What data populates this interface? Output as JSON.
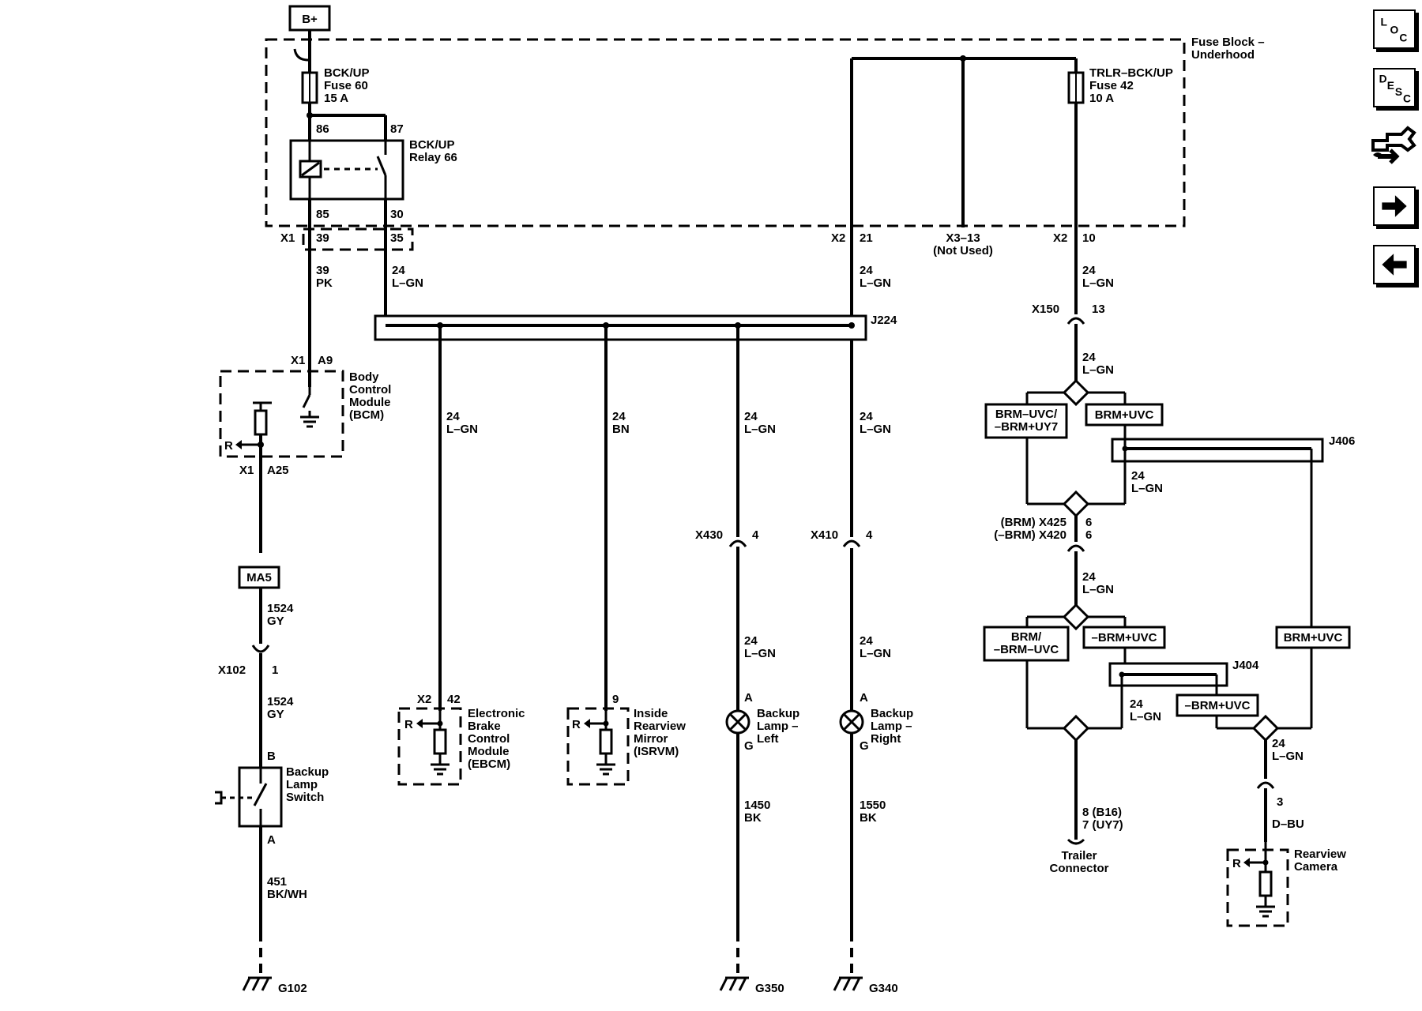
{
  "labels": {
    "bplus": "B+",
    "fuse_block": [
      "Fuse Block –",
      "Underhood"
    ],
    "fuse60": [
      "BCK/UP",
      "Fuse 60",
      "15 A"
    ],
    "fuse42": [
      "TRLR–BCK/UP",
      "Fuse 42",
      "10 A"
    ],
    "relay": [
      "BCK/UP",
      "Relay 66"
    ],
    "p86": "86",
    "p87": "87",
    "p85": "85",
    "p30": "30",
    "x1a": "X1",
    "x1a_39": "39",
    "x1a_35": "35",
    "x2_21a": "X2",
    "x2_21b": "21",
    "x3_13": [
      "X3–13",
      "(Not Used)"
    ],
    "x2_10a": "X2",
    "x2_10b": "10",
    "w39pk": [
      "39",
      "PK"
    ],
    "w24lgn_a": [
      "24",
      "L–GN"
    ],
    "w24lgn_b": [
      "24",
      "L–GN"
    ],
    "w24lgn_c": [
      "24",
      "L–GN"
    ],
    "j224": "J224",
    "x150a": "X150",
    "x150b": "13",
    "w24lgn_d": [
      "24",
      "L–GN"
    ],
    "x1_a9a": "X1",
    "x1_a9b": "A9",
    "bcm": [
      "Body",
      "Control",
      "Module",
      "(BCM)"
    ],
    "r_bcm": "R",
    "x1_a25a": "X1",
    "x1_a25b": "A25",
    "w_ebcm": [
      "24",
      "L–GN"
    ],
    "w_isrvm": [
      "24",
      "BN"
    ],
    "w_bl_left": [
      "24",
      "L–GN"
    ],
    "w_bl_right": [
      "24",
      "L–GN"
    ],
    "brm_uvc1": [
      "BRM–UVC/",
      "–BRM+UY7"
    ],
    "brm_uvc2": "BRM+UVC",
    "j406": "J406",
    "w_j406": [
      "24",
      "L–GN"
    ],
    "ma5": "MA5",
    "w1524a": [
      "1524",
      "GY"
    ],
    "x430a": "X430",
    "x430b": "4",
    "x410a": "X410",
    "x410b": "4",
    "x425": [
      "(BRM) X425",
      "(–BRM) X420"
    ],
    "x425n": [
      "6",
      "6"
    ],
    "w_after_x425": [
      "24",
      "L–GN"
    ],
    "brm3": [
      "BRM/",
      "–BRM–UVC"
    ],
    "brm4": "–BRM+UVC",
    "brm5": "BRM+UVC",
    "j404": "J404",
    "w_bl_left2": [
      "24",
      "L–GN"
    ],
    "w_bl_right2": [
      "24",
      "L–GN"
    ],
    "x102a": "X102",
    "x102b": "1",
    "w1524b": [
      "1524",
      "GY"
    ],
    "x2_42a": "X2",
    "x2_42b": "42",
    "ebcm": [
      "Electronic",
      "Brake",
      "Control",
      "Module",
      "(EBCM)"
    ],
    "r_ebcm": "R",
    "isrvm_pin": "9",
    "isrvm": [
      "Inside",
      "Rearview",
      "Mirror",
      "(ISRVM)"
    ],
    "r_isrvm": "R",
    "lamp_left": [
      "Backup",
      "Lamp –",
      "Left"
    ],
    "lamp_right": [
      "Backup",
      "Lamp –",
      "Right"
    ],
    "la": "A",
    "lg": "G",
    "ra": "A",
    "rg": "G",
    "w_j404": [
      "24",
      "L–GN"
    ],
    "brm6": "–BRM+UVC",
    "w_cam": [
      "24",
      "L–GN"
    ],
    "switch_b": "B",
    "switch": [
      "Backup",
      "Lamp",
      "Switch"
    ],
    "switch_a": "A",
    "w1450": [
      "1450",
      "BK"
    ],
    "w1550": [
      "1550",
      "BK"
    ],
    "cam_pin": "3",
    "w_dbu": "D–BU",
    "trailer_pins": [
      "8 (B16)",
      "7 (UY7)"
    ],
    "trailer": [
      "Trailer",
      "Connector"
    ],
    "camera": [
      "Rearview",
      "Camera"
    ],
    "r_cam": "R",
    "w451": [
      "451",
      "BK/WH"
    ],
    "g102": "G102",
    "g350": "G350",
    "g340": "G340"
  },
  "nav": {
    "loc": [
      "L",
      "O",
      "C"
    ],
    "desc": [
      "D",
      "E",
      "S",
      "C"
    ],
    "tools_icon": "connector-tools-icon",
    "forward_icon": "arrow-right-icon",
    "back_icon": "arrow-left-icon"
  }
}
